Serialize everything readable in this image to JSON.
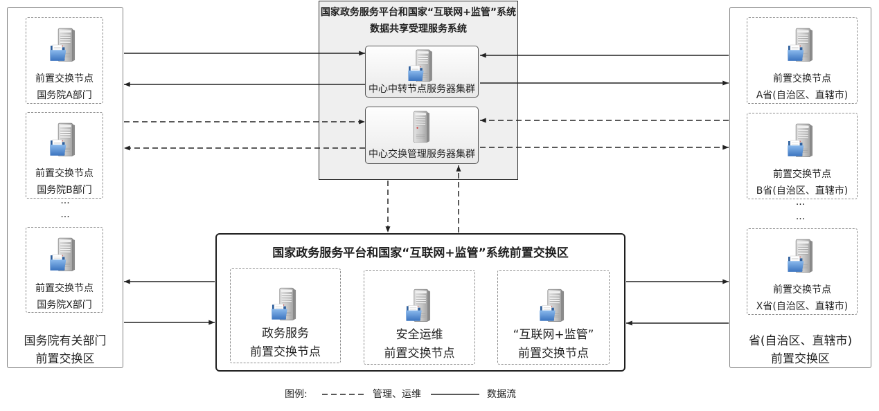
{
  "colors": {
    "line": "#222222",
    "node_border": "#8a8a8a",
    "panel_fill": "#efefef",
    "folder_blue": "#3b74bf"
  },
  "icons": {
    "exchange_node": "server-folder-icon",
    "relay_cluster": "server-folder-icon",
    "management_cluster": "server-icon"
  },
  "left_zone": {
    "nodes": [
      {
        "line1": "前置交换节点",
        "line2": "国务院A部门"
      },
      {
        "line1": "前置交换节点",
        "line2": "国务院B部门"
      },
      {
        "line1": "前置交换节点",
        "line2": "国务院X部门"
      }
    ],
    "ellipsis": [
      "...",
      "..."
    ],
    "title_line1": "国务院有关部门",
    "title_line2": "前置交换区"
  },
  "central_system": {
    "title_line1": "国家政务服务平台和国家“互联网+监管”系统",
    "title_line2": "数据共享受理服务系统",
    "relay_cluster": "中心中转节点服务器集群",
    "management_cluster": "中心交换管理服务器集群"
  },
  "national_exchange_zone": {
    "title": "国家政务服务平台和国家“互联网+监管”系统前置交换区",
    "nodes": [
      {
        "line1": "政务服务",
        "line2": "前置交换节点"
      },
      {
        "line1": "安全运维",
        "line2": "前置交换节点"
      },
      {
        "line1": "“互联网+监管”",
        "line2": "前置交换节点"
      }
    ]
  },
  "right_zone": {
    "nodes": [
      {
        "line1": "前置交换节点",
        "line2": "A省(自治区、直辖市)"
      },
      {
        "line1": "前置交换节点",
        "line2": "B省(自治区、直辖市)"
      },
      {
        "line1": "前置交换节点",
        "line2": "X省(自治区、直辖市)"
      }
    ],
    "ellipsis": [
      "...",
      "..."
    ],
    "title_line1": "省(自治区、直辖市)",
    "title_line2": "前置交换区"
  },
  "legend": {
    "label": "图例:",
    "dashed_meaning": "管理、运维",
    "solid_meaning": "数据流"
  }
}
